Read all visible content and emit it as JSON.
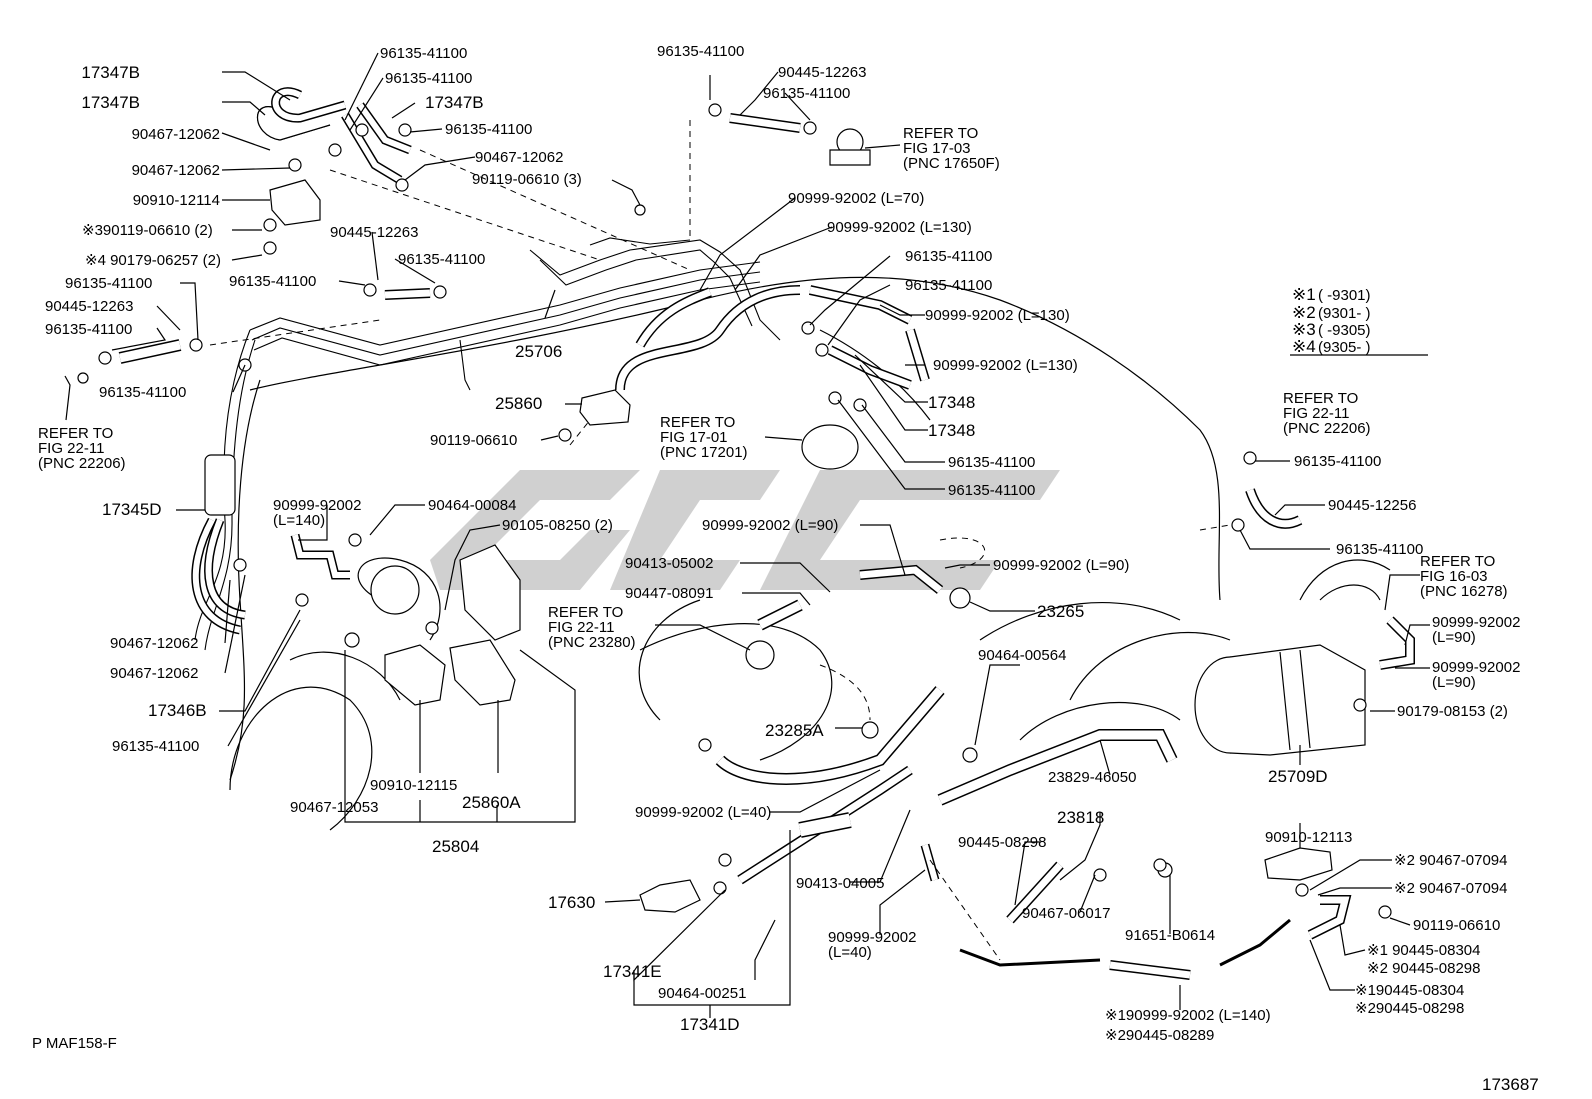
{
  "diagram": {
    "watermark": "GPC",
    "figure_code": "P   MAF158-F",
    "illustration_number": "173687",
    "labels": [
      "17347B",
      "17347B",
      "96135-41100",
      "96135-41100",
      "17347B",
      "96135-41100",
      "90467-12062",
      "90467-12062",
      "90467-12062",
      "90119-06610 (3)",
      "90910-12114",
      "※390119-06610 (2)",
      "※4 90179-06257 (2)",
      "90445-12263",
      "96135-41100",
      "96135-41100",
      "96135-41100",
      "90445-12263",
      "96135-41100",
      "96135-41100",
      "REFER TO\nFIG 22-11\n(PNC 22206)",
      "17345D",
      "90999-92002\n(L=140)",
      "90464-00084",
      "90105-08250 (2)",
      "90467-12062",
      "90467-12062",
      "17346B",
      "96135-41100",
      "90910-12115",
      "25860A",
      "90467-12053",
      "25804",
      "96135-41100",
      "90445-12263",
      "96135-41100",
      "REFER TO\nFIG 17-03\n(PNC 17650F)",
      "90999-92002 (L=70)",
      "90999-92002 (L=130)",
      "96135-41100",
      "96135-41100",
      "90999-92002 (L=130)",
      "90999-92002 (L=130)",
      "17348",
      "17348",
      "96135-41100",
      "96135-41100",
      "25706",
      "25860",
      "REFER TO\nFIG 17-01\n(PNC 17201)",
      "90119-06610",
      "90999-92002 (L=90)",
      "90413-05002",
      "90447-08091",
      "REFER TO\nFIG 22-11\n(PNC 23280)",
      "90999-92002 (L=90)",
      "23265",
      "90464-00564",
      "23285A",
      "23829-46050",
      "90999-92002 (L=40)",
      "23818",
      "90445-08298",
      "90413-04005",
      "90467-06017",
      "91651-B0614",
      "17630",
      "17341E",
      "90464-00251",
      "17341D",
      "90999-92002\n(L=40)",
      "※190999-92002 (L=140)",
      "※290445-08289",
      "REFER TO\nFIG 22-11\n(PNC 22206)",
      "96135-41100",
      "90445-12256",
      "96135-41100",
      "REFER TO\nFIG 16-03\n(PNC 16278)",
      "90999-92002\n(L=90)",
      "90999-92002\n(L=90)",
      "90179-08153 (2)",
      "25709D",
      "90910-12113",
      "※2 90467-07094",
      "※2 90467-07094",
      "90119-06610",
      "※1 90445-08304",
      "※2 90445-08298",
      "※190445-08304",
      "※290445-08298"
    ],
    "legend": [
      {
        "mark": "※1",
        "range": "(       -9301)"
      },
      {
        "mark": "※2",
        "range": "(9301-       )"
      },
      {
        "mark": "※3",
        "range": "(       -9305)"
      },
      {
        "mark": "※4",
        "range": "(9305-       )"
      }
    ]
  }
}
